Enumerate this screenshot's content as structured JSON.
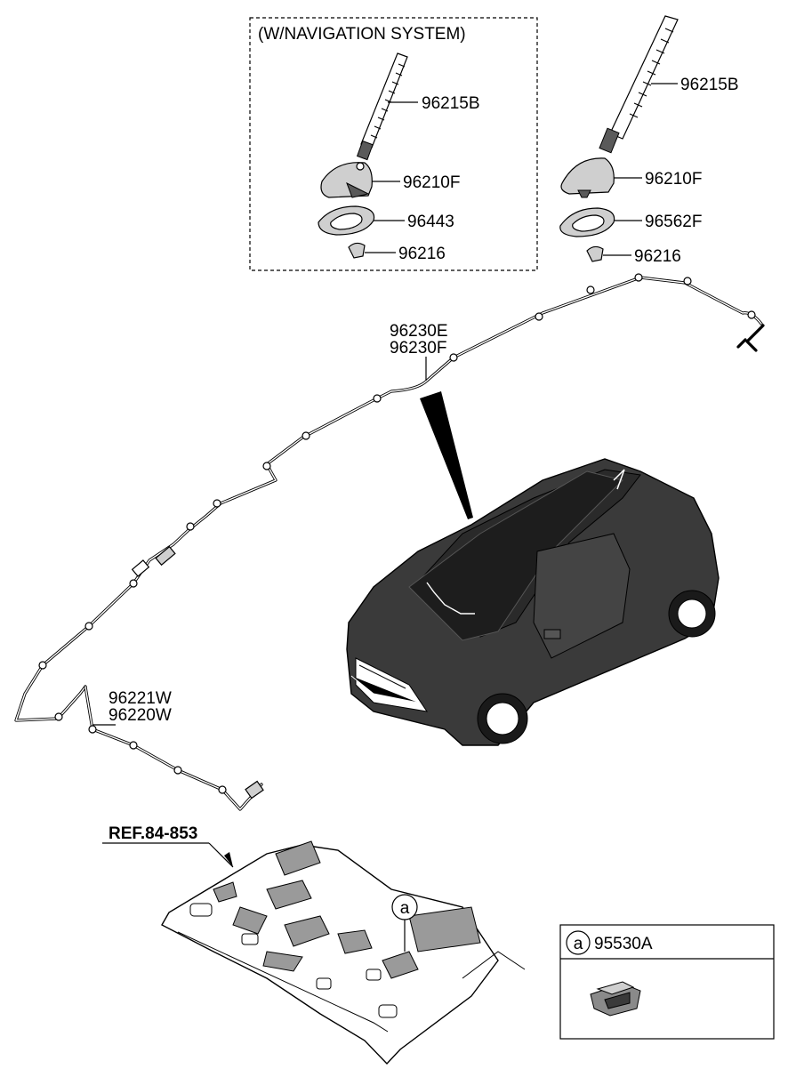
{
  "nav_box": {
    "title": "(W/NAVIGATION SYSTEM)"
  },
  "parts": {
    "nav_antenna_rod": "96215B",
    "nav_antenna_base": "96210F",
    "nav_pad": "96443",
    "nav_nut": "96216",
    "std_antenna_rod": "96215B",
    "std_antenna_base": "96210F",
    "std_pad": "96562F",
    "std_nut": "96216",
    "roof_cable_1": "96230E",
    "roof_cable_2": "96230F",
    "floor_cable_1": "96221W",
    "floor_cable_2": "96220W",
    "ref_floor": "REF.84-853",
    "callout_letter": "a",
    "clip_part": "95530A"
  }
}
